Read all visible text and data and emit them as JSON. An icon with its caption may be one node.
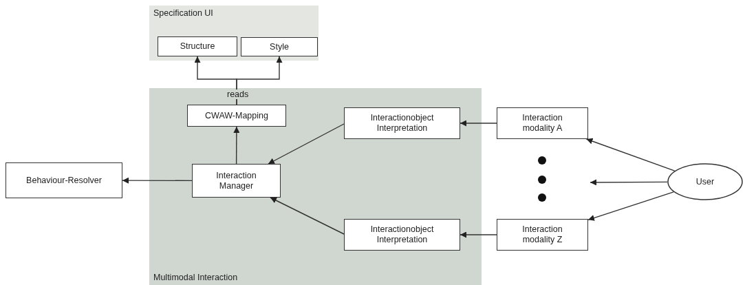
{
  "diagram": {
    "nodes": [
      {
        "text": [
          "Specification UI"
        ]
      },
      {
        "text": [
          "Structure"
        ],
        "in": 0
      },
      {
        "text": [
          "Style"
        ],
        "in": 0
      },
      {
        "text": [
          "Multimodal Interaction"
        ]
      },
      {
        "text": [
          "CWAW-Mapping"
        ],
        "in": 3
      },
      {
        "text": [
          "Interactionobject Interpretation"
        ],
        "in": 3
      },
      {
        "text": [
          "Interaction modality A"
        ]
      },
      {
        "text": [
          "Behaviour-Resolver"
        ]
      },
      {
        "text": [
          "Interaction Manager"
        ],
        "in": 3
      },
      {
        "text": [
          "User"
        ]
      },
      {
        "text": [
          "Interactionobject Interpretation"
        ],
        "in": 3
      },
      {
        "text": [
          "Interaction modality Z"
        ]
      }
    ],
    "edges": [
      {
        "from": 4,
        "to": 1,
        "arrow": "to",
        "label": "reads"
      },
      {
        "from": 4,
        "to": 2,
        "arrow": "to"
      },
      {
        "from": 8,
        "to": 4,
        "arrow": "to"
      },
      {
        "from": 5,
        "to": 8,
        "arrow": "to"
      },
      {
        "from": 10,
        "to": 8,
        "arrow": "to"
      },
      {
        "from": 6,
        "to": 5,
        "arrow": "to"
      },
      {
        "from": 11,
        "to": 10,
        "arrow": "to"
      },
      {
        "from": 9,
        "to": 6,
        "arrow": "to"
      },
      {
        "from": 9,
        "to": 11,
        "arrow": "to"
      },
      {
        "from": 9,
        "to": null,
        "arrow": "to"
      },
      {
        "from": 8,
        "to": 7,
        "arrow": "to"
      }
    ]
  }
}
